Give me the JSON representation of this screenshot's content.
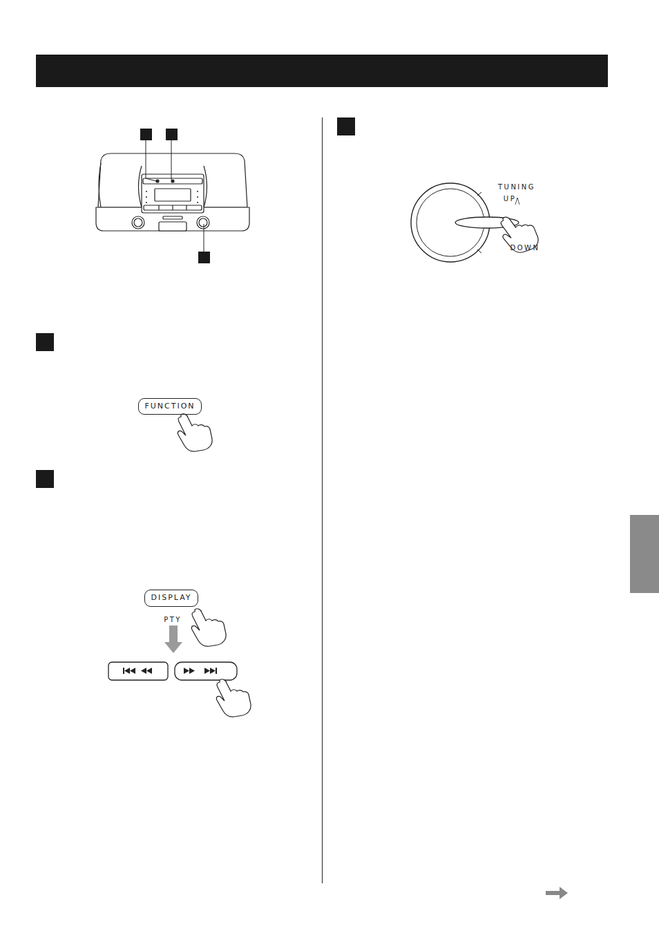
{
  "diagram": {
    "nodes": [
      {
        "text": [
          "FUNCTION"
        ]
      },
      {
        "text": [
          "DISPLAY"
        ]
      }
    ],
    "labels": [
      "PTY",
      "TUNING",
      "UP",
      "DOWN"
    ]
  }
}
